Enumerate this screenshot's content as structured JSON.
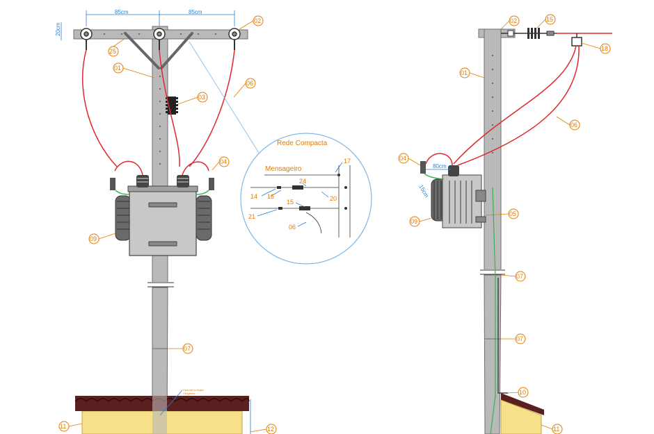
{
  "dimensions": {
    "left_span": "85cm",
    "right_span": "85cm",
    "crossarm_height": "20cm",
    "side_span": "80cm",
    "side_drop": "15cm"
  },
  "detail": {
    "title": "Rede Compacta",
    "messenger_label": "Mensageiro",
    "tags": [
      "17",
      "24",
      "20",
      "14",
      "16",
      "15",
      "21",
      "06"
    ]
  },
  "roof_note": [
    "Opcional ou Hughs",
    "Obrigatório"
  ],
  "front_tags": [
    "02",
    "25",
    "01",
    "03",
    "06",
    "04",
    "09",
    "07",
    "11",
    "12"
  ],
  "side_tags": [
    "02",
    "15",
    "18",
    "01",
    "06",
    "04",
    "05",
    "09",
    "07",
    "07",
    "10",
    "11"
  ],
  "colors": {
    "pole": "#b9b9b9",
    "pole_edge": "#6e6e6e",
    "wire": "#e0262b",
    "ground_wire": "#37b24d",
    "dimension": "#2a7fd4",
    "tag": "#e07b00",
    "wall": "#f6e08a",
    "roof": "#5a1f1f"
  }
}
